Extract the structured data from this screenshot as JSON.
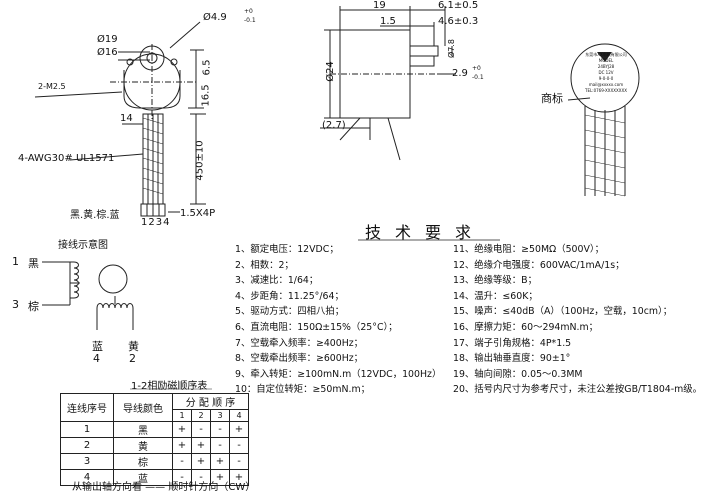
{
  "drawing": {
    "left_view": {
      "dims": [
        "Ø19",
        "Ø16",
        "Ø4.9",
        "+0",
        "-0.1",
        "6.5",
        "16.5",
        "2-M2.5",
        "14",
        "450±10",
        "4-AWG30# UL1571",
        "1.5X4P",
        "1234"
      ],
      "wire_colors_label": "黑.黄.棕.蓝"
    },
    "mid_view": {
      "dims": [
        "19",
        "1.5",
        "6.1±0.5",
        "4.6±0.3",
        "Ø24",
        "Ø7.8",
        "2.9",
        "+0",
        "-0.1",
        "(2.7)"
      ]
    },
    "right_view": {
      "label_lines": [
        "东莞市XX电机有限公司",
        "MODEL",
        "24BYJ28",
        "DC 12V",
        "9-0-0-0",
        "mail@xxxxx.com",
        "TEL:0769-XXXXXXXX"
      ],
      "trademark": "商标"
    }
  },
  "spec": {
    "title": "技术要求",
    "left_items": [
      "1、额定电压：12VDC；",
      "2、相数：2；",
      "3、减速比：1/64；",
      "4、步距角：11.25°/64；",
      "5、驱动方式：四相八拍；",
      "6、直流电阻：150Ω±15%（25°C）；",
      "7、空载牵入频率：≥400Hz；",
      "8、空载牵出频率：≥600Hz；",
      "9、牵入转矩：≥100mN.m（12VDC，100Hz）",
      "10：自定位转矩：≥50mN.m；"
    ],
    "right_items": [
      "11、绝缘电阻：≥50MΩ（500V）；",
      "12、绝缘介电强度：600VAC/1mA/1s；",
      "13、绝缘等级：B；",
      "14、温升：≤60K；",
      "15、噪声：≤40dB（A）（100Hz，空载，10cm）；",
      "16、摩擦力矩：60～294mN.m；",
      "17、端子引角规格：4P*1.5",
      "18、输出轴垂直度：90±1°",
      "19、轴向间隙：0.05～0.3MM",
      "20、括号内尺寸为参考尺寸，未注公差按GB/T1804-m级。"
    ]
  },
  "wiring": {
    "title": "接线示意图",
    "pins": [
      {
        "num": "1",
        "color": "黑"
      },
      {
        "num": "3",
        "color": "棕"
      },
      {
        "num": "4",
        "color": "蓝"
      },
      {
        "num": "2",
        "color": "黄"
      }
    ]
  },
  "sequence_table": {
    "title": "1-2相励磁顺序表",
    "headers": {
      "wire_no": "连线序号",
      "color": "导线颜色",
      "order": "分 配 顺 序"
    },
    "steps": [
      "1",
      "2",
      "3",
      "4"
    ],
    "rows": [
      {
        "no": "1",
        "color": "黑",
        "cells": [
          "+",
          "-",
          "-",
          "+"
        ]
      },
      {
        "no": "2",
        "color": "黄",
        "cells": [
          "+",
          "+",
          "-",
          "-"
        ]
      },
      {
        "no": "3",
        "color": "棕",
        "cells": [
          "-",
          "+",
          "+",
          "-"
        ]
      },
      {
        "no": "4",
        "color": "蓝",
        "cells": [
          "-",
          "-",
          "+",
          "+"
        ]
      }
    ],
    "footer": "从输出轴方向看 ——   顺时针方向（CW）"
  },
  "colors": {
    "line": "#222222",
    "background": "#ffffff"
  }
}
